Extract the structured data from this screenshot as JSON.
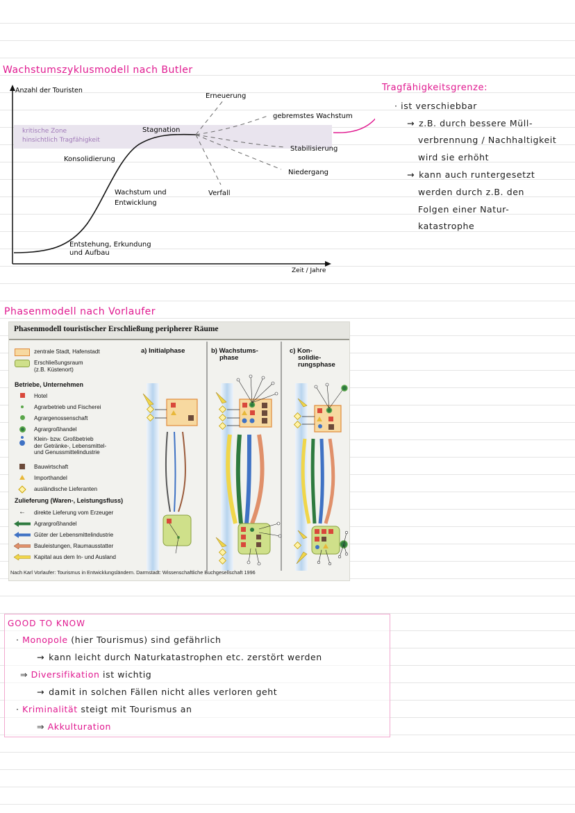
{
  "butler": {
    "title": "Wachstumszyklusmodell nach Butler",
    "y_axis_label": "Anzahl der Touristen",
    "x_axis_label": "Zeit / Jahre",
    "zone_label_1": "kritische Zone",
    "zone_label_2": "hinsichtlich Tragfähigkeit",
    "phases": {
      "emergence_1": "Entstehung, Erkundung",
      "emergence_2": "und Aufbau",
      "growth_1": "Wachstum und",
      "growth_2": "Entwicklung",
      "consolidation": "Konsolidierung",
      "stagnation": "Stagnation"
    },
    "outcomes": {
      "renewal": "Erneuerung",
      "reduced_growth": "gebremstes Wachstum",
      "stabilization": "Stabilisierung",
      "decline": "Niedergang",
      "decay": "Verfall"
    },
    "side_notes": {
      "title": "Tragfähigkeitsgrenze:",
      "line1": "· ist verschiebbar",
      "line2": "z.B. durch bessere Müll-",
      "line3": "verbrennung / Nachhaltigkeit",
      "line4": "wird sie erhöht",
      "line5": "kann auch runtergesetzt",
      "line6": "werden durch z.B. den",
      "line7": "Folgen einer Natur-",
      "line8": "katastrophe",
      "arrow_glyph": "→"
    }
  },
  "vorlaufer": {
    "title": "Phasenmodell nach Vorlaufer",
    "figure_title": "Phasenmodell touristischer Erschließung peripherer Räume",
    "legend": {
      "central_city": "zentrale Stadt, Hafenstadt",
      "dev_area_1": "Erschließungsraum",
      "dev_area_2": "(z.B. Küstenort)",
      "businesses_head": "Betriebe, Unternehmen",
      "hotel": "Hotel",
      "agri_fishery": "Agrarbetrieb und Fischerei",
      "agri_coop": "Agrargenossenschaft",
      "agri_wholesale": "Agrargroßhandel",
      "food_industry_1": "Klein- bzw. Großbetrieb",
      "food_industry_2": "der Getränke-, Lebensmittel-",
      "food_industry_3": "und Genussmittelindustrie",
      "construction": "Bauwirtschaft",
      "import_trade": "Importhandel",
      "foreign_suppliers": "ausländische Lieferanten",
      "supply_head": "Zulieferung (Waren-, Leistungsfluss)",
      "direct_supply": "direkte Lieferung vom Erzeuger",
      "agri_wholesale_flow": "Agrargroßhandel",
      "food_goods": "Güter der Lebensmittelindustrie",
      "construction_services": "Bauleistungen, Raumausstatter",
      "capital": "Kapital aus dem In- und Ausland"
    },
    "panels": {
      "a": "a) Initialphase",
      "b1": "b) Wachstums-",
      "b2": "phase",
      "c1": "c) Kon-",
      "c2": "solidie-",
      "c3": "rungsphase"
    },
    "source": "Nach Karl Vorlaufer: Tourismus in Entwicklungsländern. Darmstadt: Wissenschaftliche Buchgesellschaft 1996",
    "colors": {
      "city_fill": "#f7d9a0",
      "city_border": "#e08a3a",
      "area_fill": "#cfe08a",
      "hotel": "#d9483b",
      "agri": "#5aa64a",
      "construction": "#6b4a3a",
      "import": "#e8b83a",
      "food": "#3f72c4",
      "capital": "#f0d64a",
      "wholesale": "#2e7a3f"
    }
  },
  "good_to_know": {
    "title": "GOOD TO KNOW",
    "l1_bullet": "·",
    "l1_key": "Monopole",
    "l1_rest": "(hier Tourismus) sind gefährlich",
    "l2": "kann leicht durch Naturkatastrophen etc. zerstört werden",
    "l3_arrow": "⇒",
    "l3_key": "Diversifikation",
    "l3_rest": "ist wichtig",
    "l4": "damit in solchen Fällen nicht alles verloren geht",
    "l5_bullet": "·",
    "l5_key": "Kriminalität",
    "l5_rest": "steigt mit Tourismus an",
    "l6_arrow": "⇒",
    "l6_key": "Akkulturation",
    "arrow_glyph": "→"
  }
}
